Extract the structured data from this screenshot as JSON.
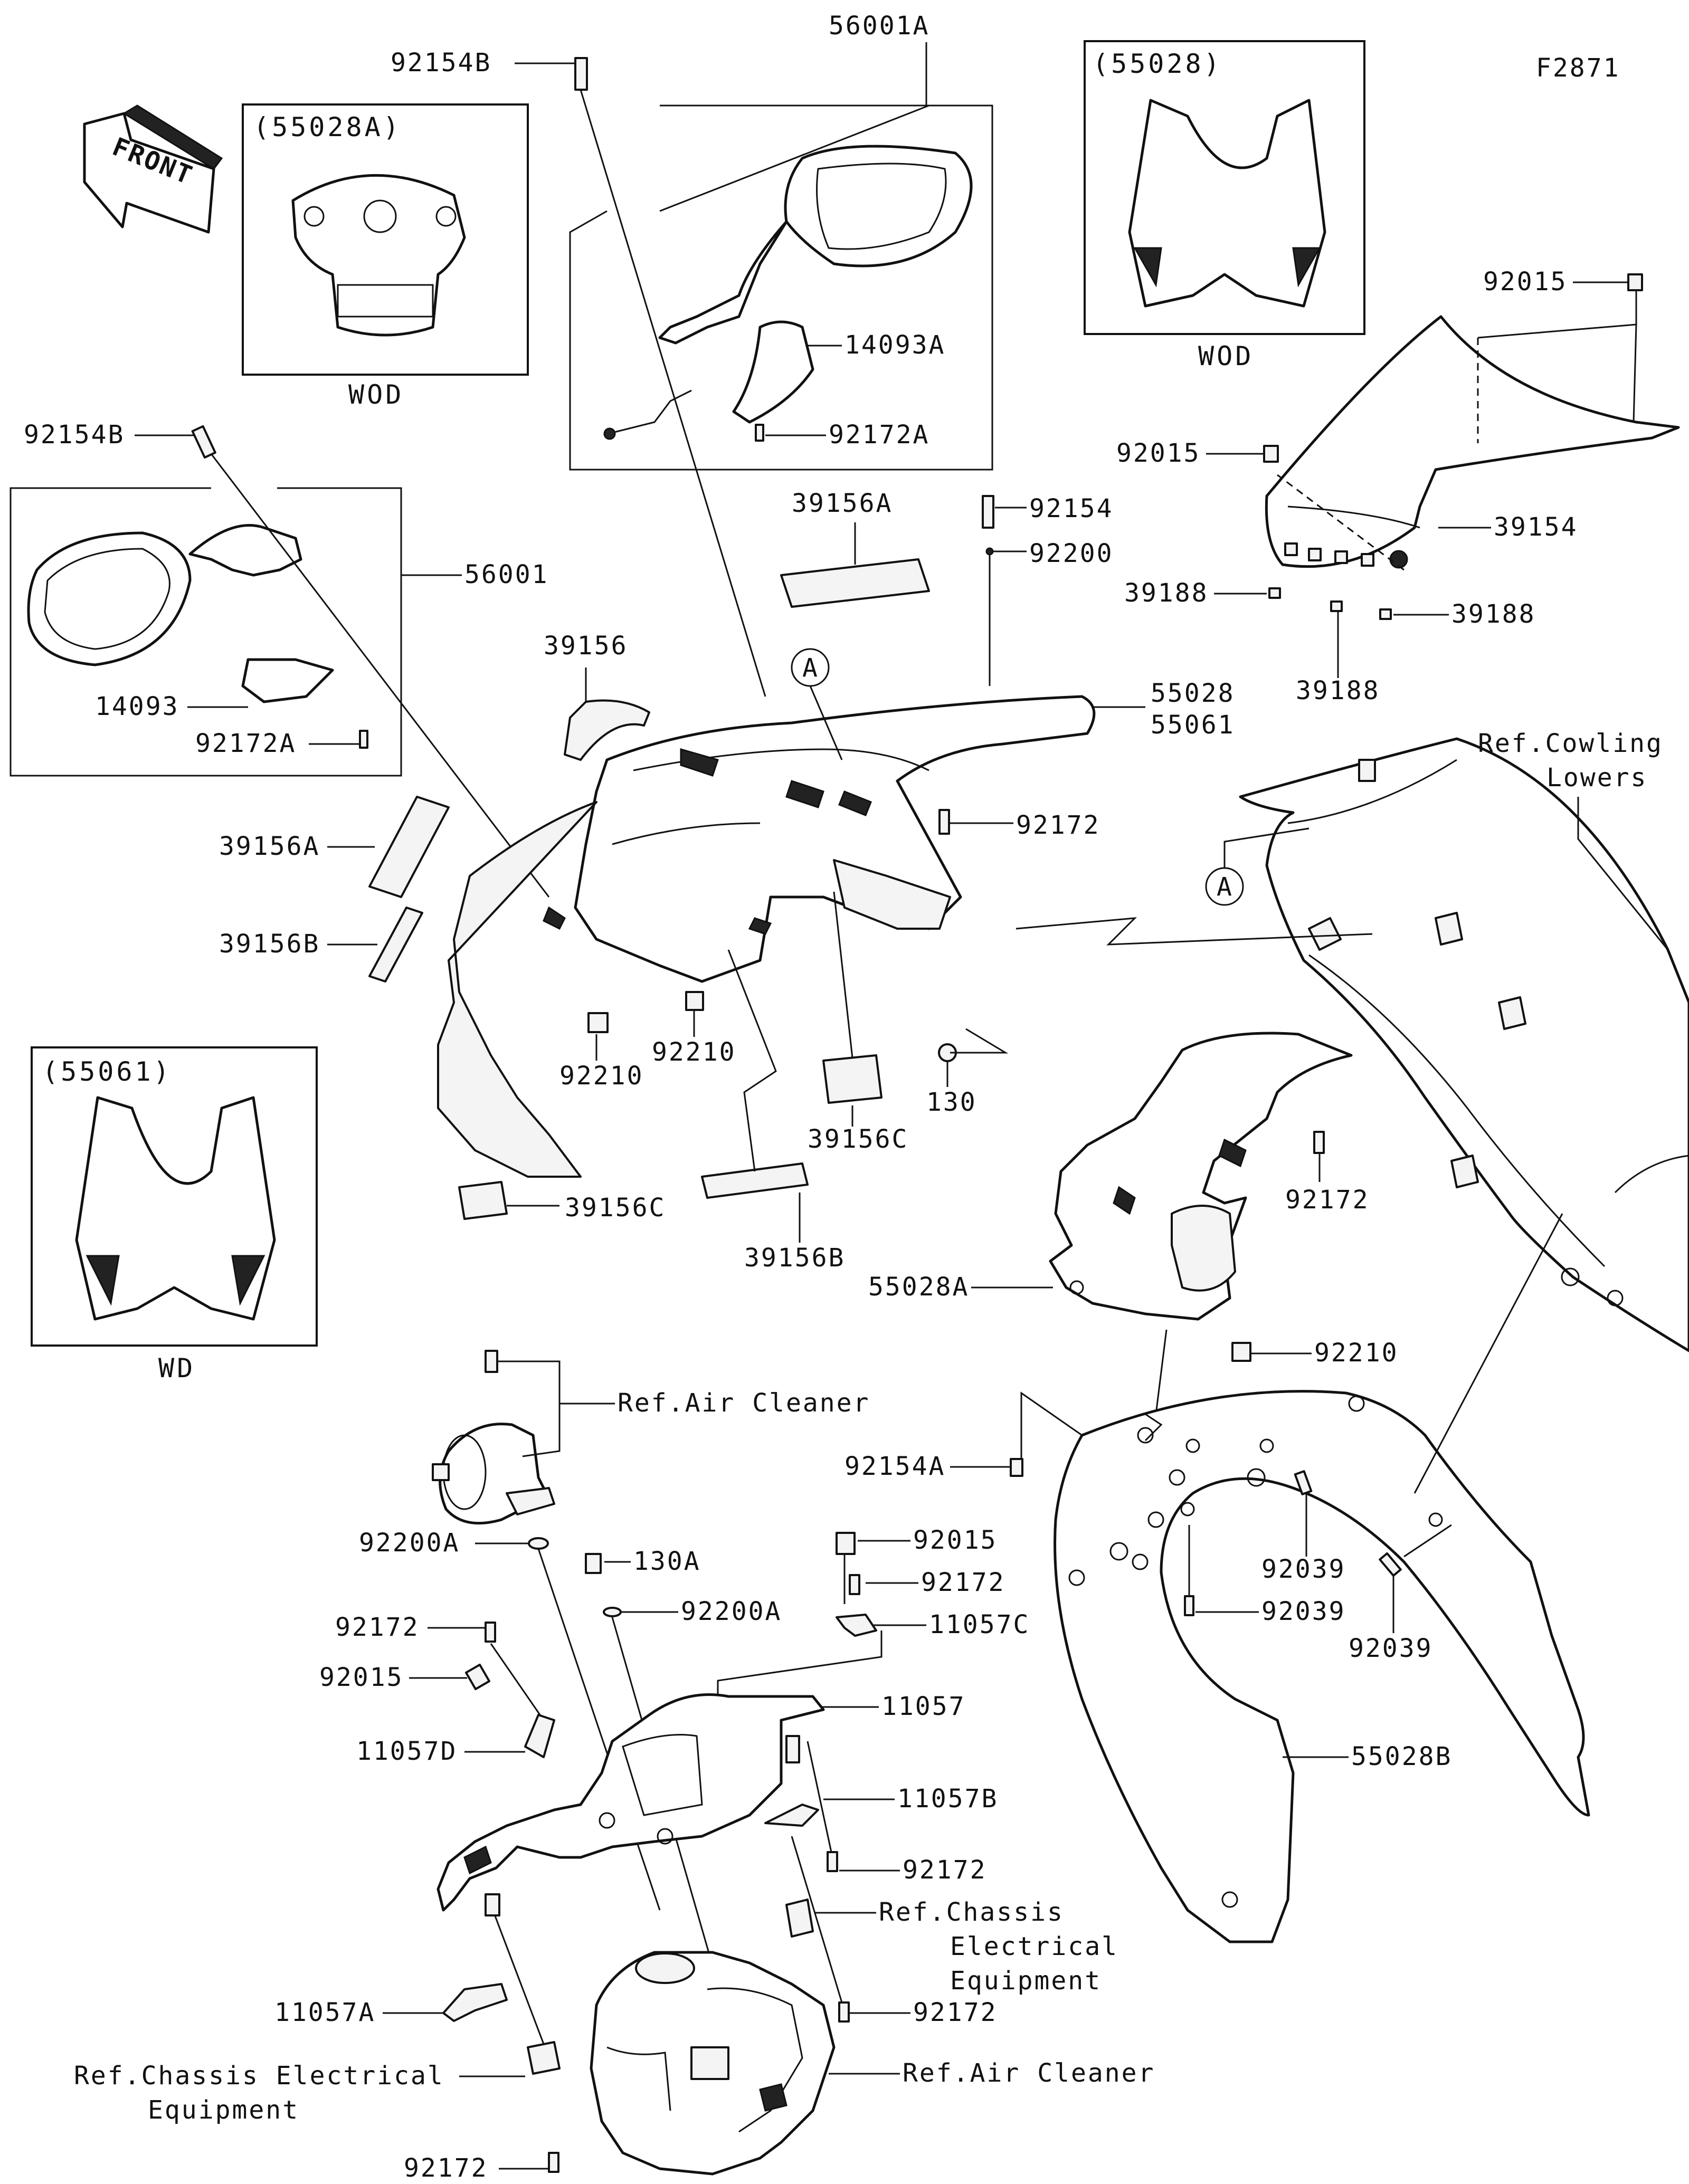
{
  "figure_code": "F2871",
  "front_arrow_label": "FRONT",
  "callout_letter": "A",
  "insets": [
    {
      "id": "55028A",
      "title": "(55028A)",
      "variant": "WOD"
    },
    {
      "id": "55028",
      "title": "(55028)",
      "variant": "WOD"
    },
    {
      "id": "55061",
      "title": "(55061)",
      "variant": "WD"
    }
  ],
  "parts": {
    "p56001A": "56001A",
    "p92154B_top": "92154B",
    "p14093A": "14093A",
    "p92172A_top": "92172A",
    "p92154B_left": "92154B",
    "p56001": "56001",
    "p14093": "14093",
    "p92172A_left": "92172A",
    "p39156A_top": "39156A",
    "p92154_mid": "92154",
    "p92200": "92200",
    "p39156": "39156",
    "p55028": "55028",
    "p55061": "55061",
    "p92172_mid": "92172",
    "p39156A_left": "39156A",
    "p39156B_left": "39156B",
    "p92210_a": "92210",
    "p92210_b": "92210",
    "p130": "130",
    "p39156C_mid": "39156C",
    "p39156C_low": "39156C",
    "p39156B_low": "39156B",
    "p92015_top": "92015",
    "p92015_mid": "92015",
    "p39154": "39154",
    "p39188_a": "39188",
    "p39188_b": "39188",
    "p39188_c": "39188",
    "p92172_right": "92172",
    "p55028A": "55028A",
    "p92210_right": "92210",
    "p92154A": "92154A",
    "p92039_a": "92039",
    "p92039_b": "92039",
    "p92039_c": "92039",
    "p55028B": "55028B",
    "p92200A_a": "92200A",
    "p130A": "130A",
    "p92015_low": "92015",
    "p92172_low1": "92172",
    "p92200A_b": "92200A",
    "p11057C": "11057C",
    "p92172_low2": "92172",
    "p92015_low2": "92015",
    "p11057": "11057",
    "p11057D": "11057D",
    "p11057B": "11057B",
    "p92172_low3": "92172",
    "p11057A": "11057A",
    "p92172_low4": "92172",
    "p92172_low5": "92172"
  },
  "references": {
    "cowling_lowers_1": "Ref.Cowling",
    "cowling_lowers_2": "Lowers",
    "air_cleaner_top": "Ref.Air Cleaner",
    "air_cleaner_bottom": "Ref.Air Cleaner",
    "chassis_right_1": "Ref.Chassis",
    "chassis_right_2": "Electrical",
    "chassis_right_3": "Equipment",
    "chassis_left_1": "Ref.Chassis Electrical",
    "chassis_left_2": "Equipment"
  }
}
